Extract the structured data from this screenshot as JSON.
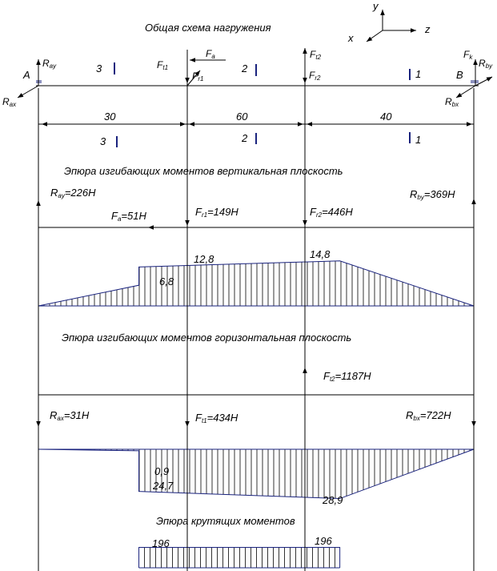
{
  "titles": {
    "scheme": "Общая схема нагружения",
    "vertical": "Эпюра изгибающих моментов вертикальная плоскость",
    "horizontal": "Эпюра изгибающих моментов горизонтальная плоскость",
    "torque": "Эпюра крутящих моментов"
  },
  "axes": {
    "y": "y",
    "x": "x",
    "z": "z"
  },
  "points": {
    "a": "A",
    "b": "B"
  },
  "forces": {
    "ray": "R",
    "ray_sub": "ay",
    "rax": "R",
    "rax_sub": "ax",
    "rby": "R",
    "rby_sub": "by",
    "rbx": "R",
    "rbx_sub": "bx",
    "fa": "F",
    "fa_sub": "a",
    "ft1": "F",
    "ft1_sub": "t1",
    "fr1": "F",
    "fr1_sub": "r1",
    "ft2": "F",
    "ft2_sub": "t2",
    "fr2": "F",
    "fr2_sub": "r2",
    "fk": "F",
    "fk_sub": "k"
  },
  "sections": {
    "s3": "3",
    "s2": "2",
    "s1": "1"
  },
  "dimensions": [
    "30",
    "60",
    "40"
  ],
  "vertical_loads": {
    "ray_val": "=226H",
    "rby_val": "=369H",
    "fa_val": "=51H",
    "fr1_val": "=149H",
    "fr2_val": "=446H"
  },
  "horizontal_loads": {
    "ft2_val": "=1187H",
    "rax_val": "=31H",
    "ft1_val": "=434H",
    "rbx_val": "=722H"
  },
  "moment_labels": {
    "v_left": "6,8",
    "v_jump": "12,8",
    "v_peak": "14,8",
    "h_left_a": "0,9",
    "h_left_b": "24,7",
    "h_peak": "28,9",
    "t_left": "196",
    "t_right": "196"
  },
  "chart_data": [
    {
      "type": "area",
      "series": [
        {
          "x": [
            0,
            30,
            30,
            90,
            130
          ],
          "values": [
            0,
            6.8,
            12.8,
            14.8,
            0
          ]
        }
      ]
    },
    {
      "type": "area",
      "series": [
        {
          "x": [
            0,
            30,
            30,
            90,
            130
          ],
          "values": [
            0,
            0.9,
            24.7,
            28.9,
            0
          ]
        }
      ]
    },
    {
      "type": "area",
      "series": [
        {
          "x": [
            30,
            90
          ],
          "values": [
            196,
            196
          ]
        }
      ]
    }
  ],
  "colors": {
    "lines": "#000000",
    "navy": "#1a237e"
  }
}
